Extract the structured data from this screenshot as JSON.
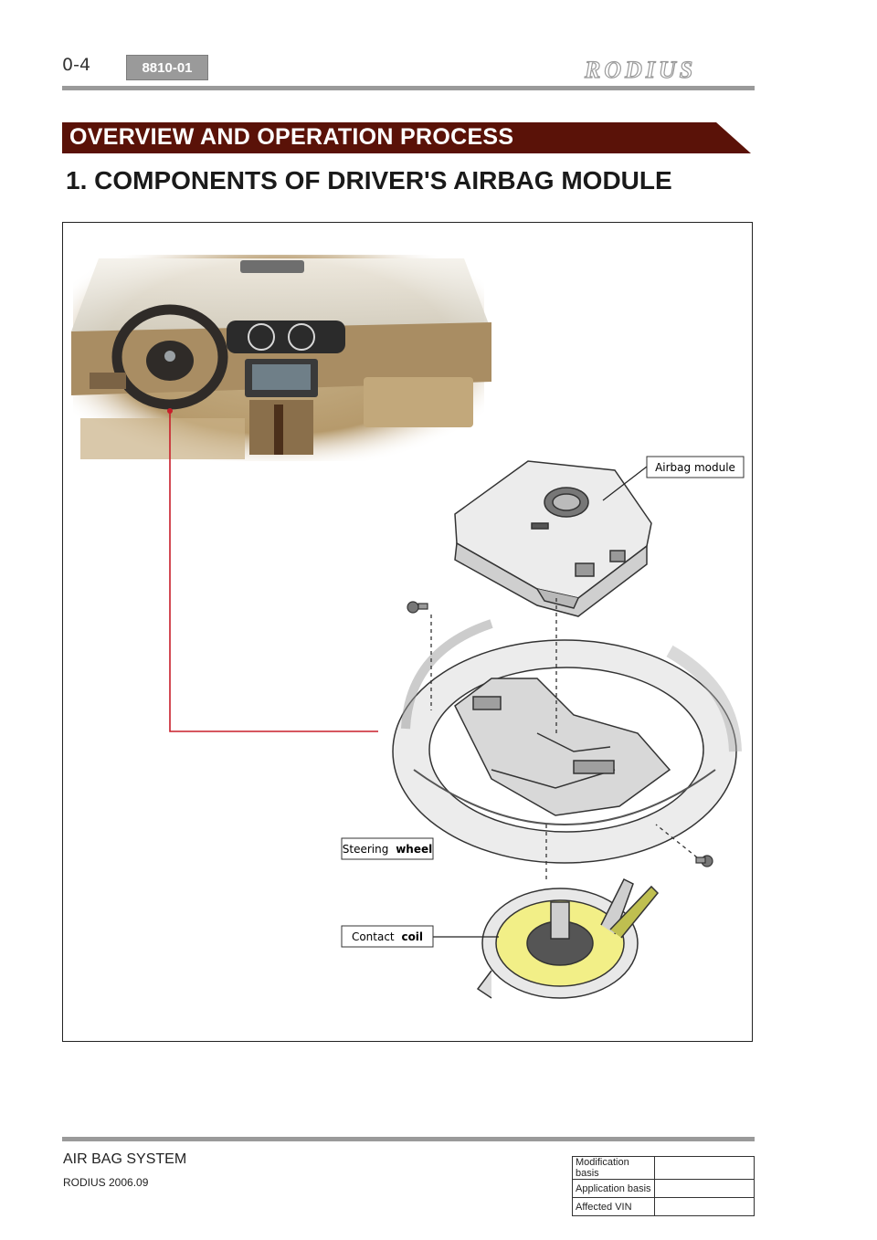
{
  "header": {
    "page_number": "0-4",
    "section_code": "8810-01",
    "brand": "RODIUS"
  },
  "banner": {
    "title": "OVERVIEW AND OPERATION PROCESS"
  },
  "subsection": {
    "title": "1. COMPONENTS OF DRIVER'S AIRBAG MODULE"
  },
  "figure": {
    "callouts": {
      "airbag_module": "Airbag module",
      "steering_prefix": "Steering",
      "steering_bold": "wheel",
      "contact_prefix": "Contact",
      "contact_bold": "coil"
    }
  },
  "footer": {
    "system": "AIR BAG SYSTEM",
    "model_date": "RODIUS 2006.09",
    "table": [
      {
        "label": "Modification basis",
        "value": ""
      },
      {
        "label": "Application basis",
        "value": ""
      },
      {
        "label": "Affected VIN",
        "value": ""
      }
    ]
  },
  "colors": {
    "banner": "#5a1208",
    "accent_line": "#c81e2a",
    "rule": "#9a9a9a"
  }
}
